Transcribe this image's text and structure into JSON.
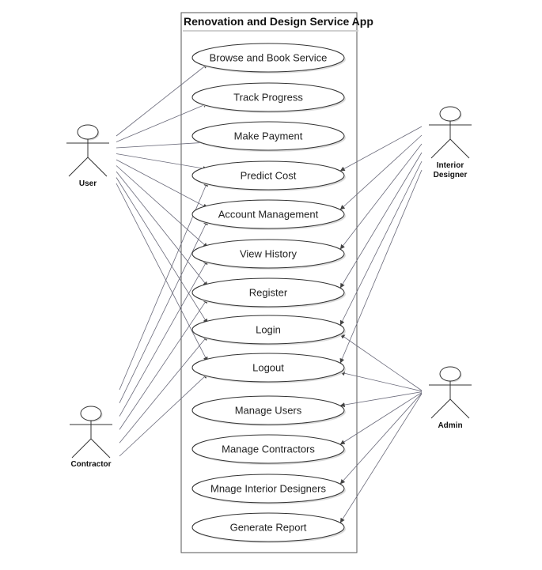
{
  "diagram": {
    "title": "Renovation and Design Service App"
  },
  "use_cases": [
    {
      "id": "browse",
      "label": "Browse and Book Service"
    },
    {
      "id": "track",
      "label": "Track Progress"
    },
    {
      "id": "payment",
      "label": "Make Payment"
    },
    {
      "id": "predict",
      "label": "Predict Cost"
    },
    {
      "id": "account",
      "label": "Account Management"
    },
    {
      "id": "history",
      "label": "View History"
    },
    {
      "id": "register",
      "label": "Register"
    },
    {
      "id": "login",
      "label": "Login"
    },
    {
      "id": "logout",
      "label": "Logout"
    },
    {
      "id": "manage_users",
      "label": "Manage Users"
    },
    {
      "id": "manage_contractors",
      "label": "Manage Contractors"
    },
    {
      "id": "manage_designers",
      "label": "Mnage Interior Designers"
    },
    {
      "id": "report",
      "label": "Generate Report"
    }
  ],
  "actors": [
    {
      "id": "user",
      "label_lines": [
        "User"
      ]
    },
    {
      "id": "contractor",
      "label_lines": [
        "Contractor"
      ]
    },
    {
      "id": "designer",
      "label_lines": [
        "Interior",
        "Designer"
      ]
    },
    {
      "id": "admin",
      "label_lines": [
        "Admin"
      ]
    }
  ],
  "associations": [
    {
      "actor": "user",
      "use_case": "browse"
    },
    {
      "actor": "user",
      "use_case": "track"
    },
    {
      "actor": "user",
      "use_case": "payment"
    },
    {
      "actor": "user",
      "use_case": "predict"
    },
    {
      "actor": "user",
      "use_case": "account"
    },
    {
      "actor": "user",
      "use_case": "history"
    },
    {
      "actor": "user",
      "use_case": "register"
    },
    {
      "actor": "user",
      "use_case": "login"
    },
    {
      "actor": "user",
      "use_case": "logout"
    },
    {
      "actor": "contractor",
      "use_case": "predict"
    },
    {
      "actor": "contractor",
      "use_case": "account"
    },
    {
      "actor": "contractor",
      "use_case": "history"
    },
    {
      "actor": "contractor",
      "use_case": "register"
    },
    {
      "actor": "contractor",
      "use_case": "login"
    },
    {
      "actor": "contractor",
      "use_case": "logout"
    },
    {
      "actor": "designer",
      "use_case": "predict"
    },
    {
      "actor": "designer",
      "use_case": "account"
    },
    {
      "actor": "designer",
      "use_case": "history"
    },
    {
      "actor": "designer",
      "use_case": "register"
    },
    {
      "actor": "designer",
      "use_case": "login"
    },
    {
      "actor": "designer",
      "use_case": "logout"
    },
    {
      "actor": "admin",
      "use_case": "login"
    },
    {
      "actor": "admin",
      "use_case": "logout"
    },
    {
      "actor": "admin",
      "use_case": "manage_users"
    },
    {
      "actor": "admin",
      "use_case": "manage_contractors"
    },
    {
      "actor": "admin",
      "use_case": "manage_designers"
    },
    {
      "actor": "admin",
      "use_case": "report"
    }
  ]
}
